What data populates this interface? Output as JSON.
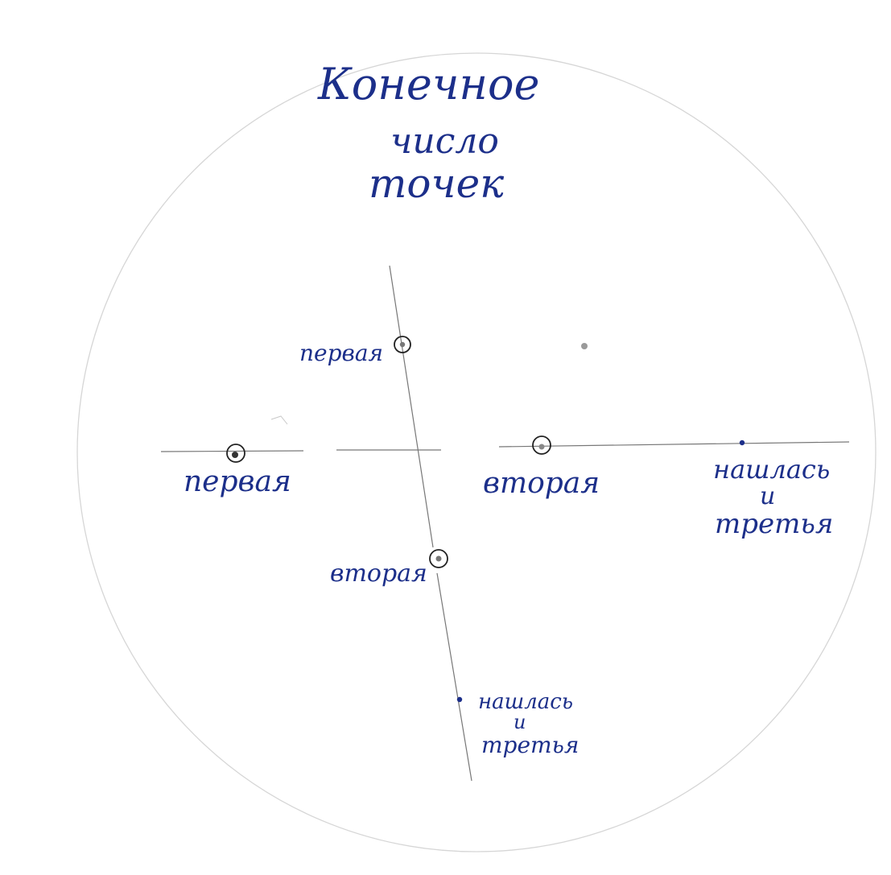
{
  "title": {
    "line1": "Конечное",
    "line2": "число",
    "line3": "точек"
  },
  "labels": {
    "vertical_first": "первая",
    "horizontal_first": "первая",
    "horizontal_second": "вторая",
    "vertical_second": "вторая",
    "horizontal_third": {
      "line1": "нашлась",
      "line2": "и",
      "line3": "третья"
    },
    "vertical_third": {
      "line1": "нашлась",
      "line2": "и",
      "line3": "третья"
    }
  },
  "colors": {
    "ink": "#1c2f8a",
    "pencil": "#6a6a6a",
    "circle": "#d2d2d2",
    "paper": "#ffffff"
  }
}
